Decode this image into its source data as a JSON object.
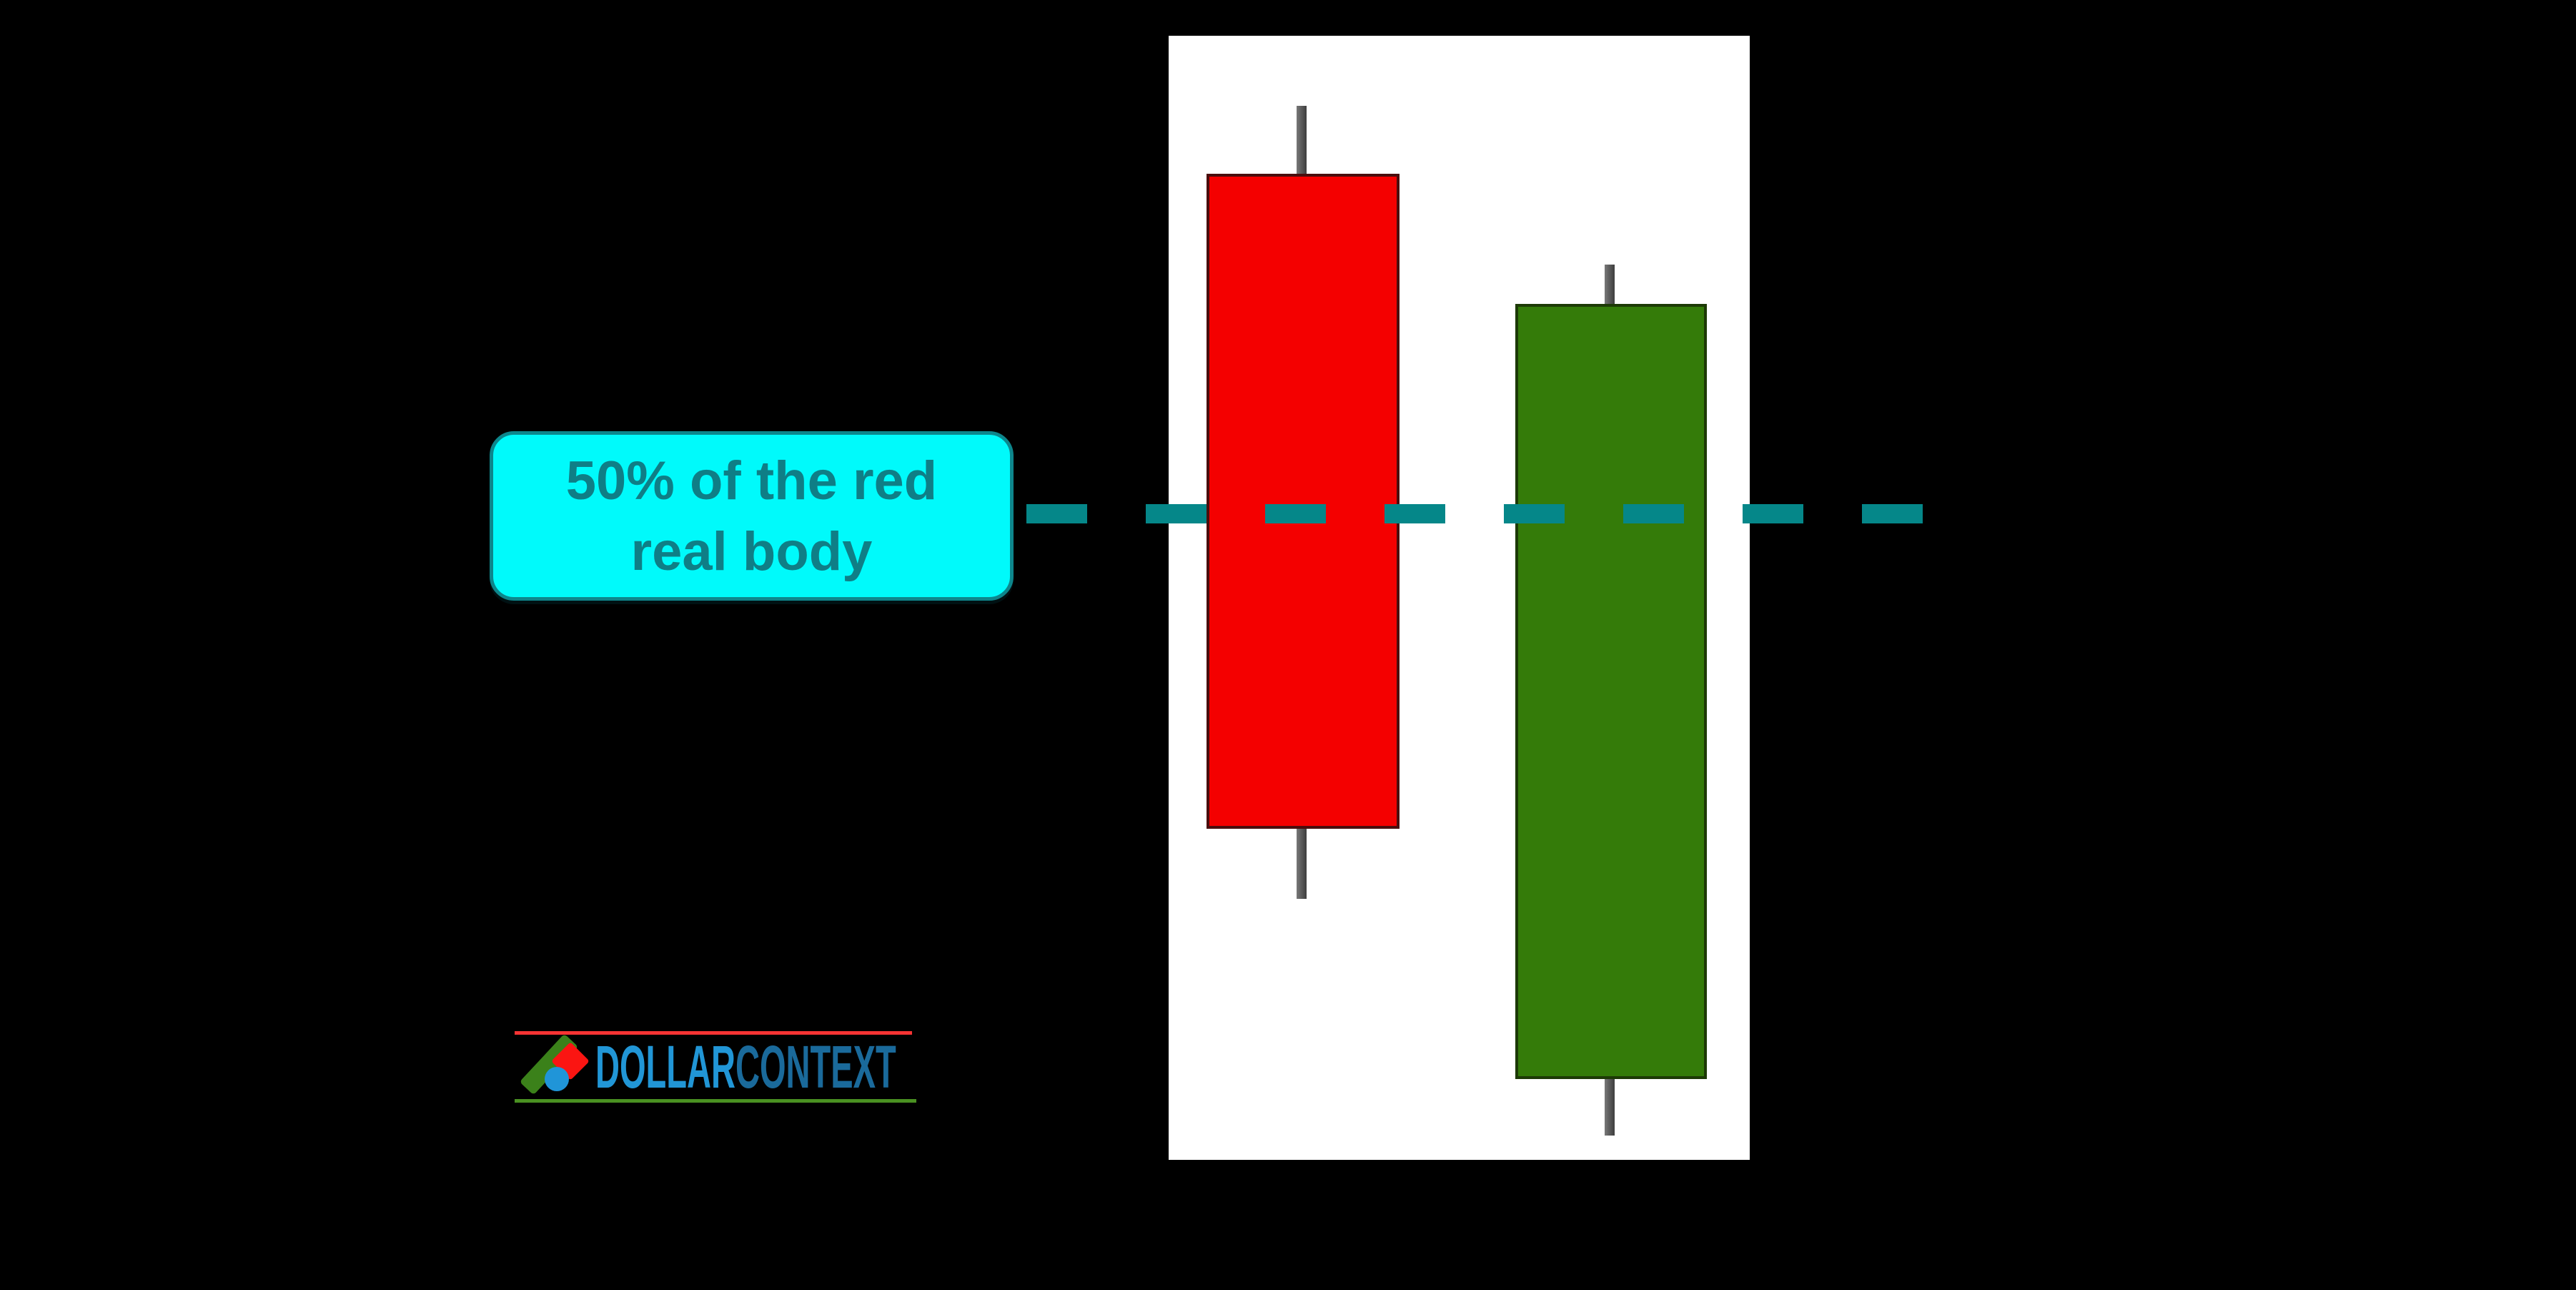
{
  "background_color": "#000000",
  "panel": {
    "fill_color": "#FFFFFF"
  },
  "annotation": {
    "line1": "50% of the red",
    "line2": "real body",
    "fill_color": "#00FAFB",
    "border_color": "#0D868C",
    "text_color": "#0F7E86"
  },
  "fifty_line": {
    "color": "#058789",
    "style": "dashed"
  },
  "candles": {
    "red": {
      "fill": "#F40000",
      "border": "#4A0D0D",
      "wick": "#4F4F4F",
      "direction": "bearish"
    },
    "green": {
      "fill": "#347B09",
      "border": "#1D3A06",
      "wick": "#4F4F4F",
      "direction": "bullish"
    }
  },
  "logo": {
    "word1": "DOLLAR",
    "word2": "CONTEXT",
    "word1_color": "#2196D6",
    "word2_color": "#1A6A9B",
    "rule_top_color": "#F63333",
    "rule_bottom_color": "#4A9122",
    "icon_bar_color": "#3B811A",
    "icon_diamond_color": "#FB1512",
    "icon_dot_color": "#2095D8"
  },
  "chart_data": {
    "type": "candlestick",
    "categories": [
      "red candle",
      "green candle"
    ],
    "series": [
      {
        "name": "red candle",
        "open": 88,
        "high": 94,
        "low": 23,
        "close": 29,
        "direction": "bearish",
        "color": "#F40000"
      },
      {
        "name": "green candle",
        "open": 7,
        "high": 80,
        "low": 2,
        "close": 76,
        "direction": "bullish",
        "color": "#347B09"
      }
    ],
    "overlay_line": {
      "label": "50% of the red real body",
      "value": 58,
      "style": "dashed",
      "color": "#058789"
    },
    "ylim": [
      0,
      100
    ],
    "value_scale": "relative (no axis labels shown)",
    "grid": false,
    "axes_visible": false,
    "legend": "none",
    "plot_background": "#FFFFFF"
  }
}
